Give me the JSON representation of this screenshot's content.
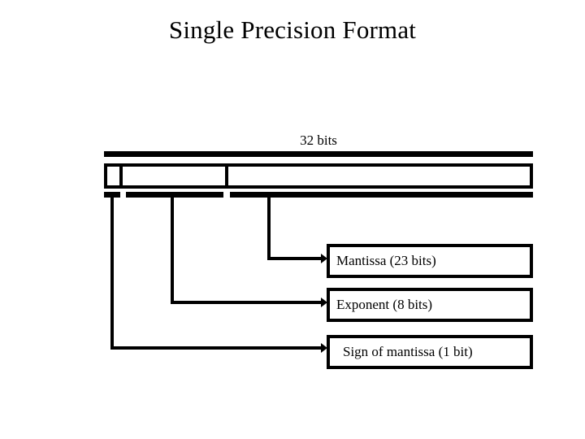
{
  "slide": {
    "title": "Single Precision Format",
    "width_caption": "32 bits"
  },
  "diagram": {
    "type": "bit-field-layout",
    "total_bits": 32,
    "fields": [
      {
        "key": "sign",
        "label": "Sign of mantissa (1 bit)",
        "bits": 1
      },
      {
        "key": "exponent",
        "label": "Exponent (8 bits)",
        "bits": 8
      },
      {
        "key": "mantissa",
        "label": "Mantissa (23 bits)",
        "bits": 23
      }
    ],
    "callouts": [
      {
        "key": "mantissa",
        "label": "Mantissa (23 bits)"
      },
      {
        "key": "exponent",
        "label": "Exponent (8 bits)"
      },
      {
        "key": "sign",
        "label": "Sign of mantissa (1 bit)"
      }
    ],
    "colors": {
      "ink": "#000000",
      "background": "#ffffff"
    }
  }
}
